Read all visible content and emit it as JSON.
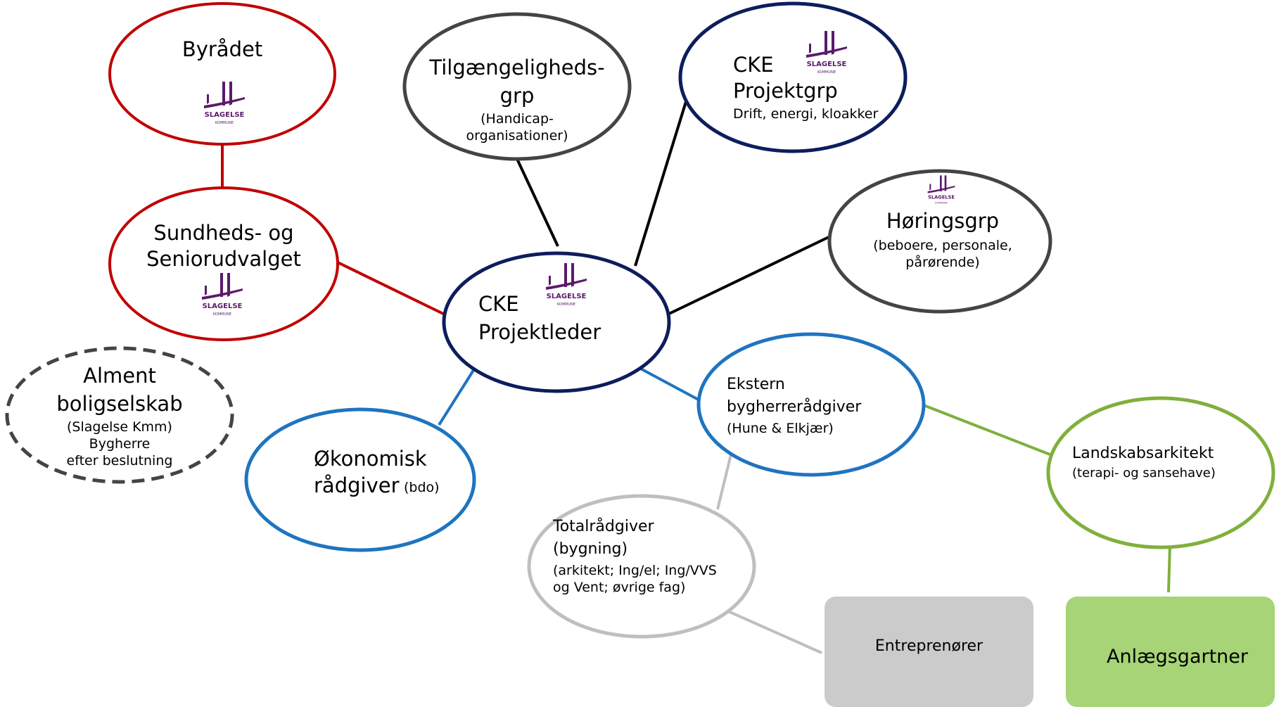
{
  "colors": {
    "red": "#c00000",
    "navy": "#0d1d5c",
    "dark_gray": "#444444",
    "blue": "#1f74c0",
    "green": "#7fb03c",
    "light_gray": "#bfbfbf",
    "black": "#000000",
    "entrepreneur_fill": "#cbcbcb",
    "gartner_fill": "#a6d477",
    "logo_purple": "#5b1a6b"
  },
  "logo": {
    "name": "SLAGELSE",
    "sub": "KOMMUNE"
  },
  "nodes": {
    "byraadet": {
      "title": "Byrådet"
    },
    "sundhed": {
      "line1": "Sundheds- og",
      "line2": "Seniorudvalget"
    },
    "alment": {
      "line1": "Alment",
      "line2": "boligselskab",
      "line3": "(Slagelse Kmm)",
      "line4": "Bygherre",
      "line5": "efter beslutning"
    },
    "tilgaengelighed": {
      "line1": "Tilgængeligheds-",
      "line2": "grp",
      "line3": "(Handicap-",
      "line4": "organisationer)"
    },
    "cke_grp": {
      "line1": "CKE",
      "line2": "Projektgrp",
      "line3": "Drift, energi, kloakker"
    },
    "hoering": {
      "line1": "Høringsgrp",
      "line2": "(beboere, personale,",
      "line3": "pårørende)"
    },
    "cke_leder": {
      "line1": "CKE",
      "line2": "Projektleder"
    },
    "oekonomi": {
      "line1": "Økonomisk",
      "line2": "rådgiver",
      "note": "(bdo)"
    },
    "bygherre": {
      "line1": "Ekstern",
      "line2": "bygherrerådgiver",
      "line3": "(Hune & Elkjær)"
    },
    "total": {
      "line1": "Totalrådgiver",
      "line2": "(bygning)",
      "line3": "(arkitekt; Ing/el; Ing/VVS",
      "line4": "og Vent; øvrige fag)"
    },
    "landskab": {
      "line1": "Landskabsarkitekt",
      "line2": "(terapi- og sansehave)"
    },
    "entrepren": {
      "label": "Entreprenører"
    },
    "gartner": {
      "label": "Anlægsgartner"
    }
  }
}
